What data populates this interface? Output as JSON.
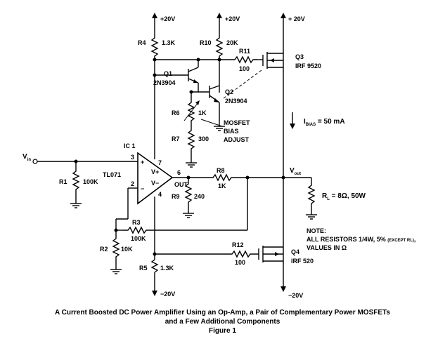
{
  "supplies": {
    "pos": "+20V",
    "neg": "−20V",
    "pos_q3": "+ 20V"
  },
  "resistors": {
    "r1": {
      "name": "R1",
      "value": "100K"
    },
    "r2": {
      "name": "R2",
      "value": "10K"
    },
    "r3": {
      "name": "R3",
      "value": "100K"
    },
    "r4": {
      "name": "R4",
      "value": "1.3K"
    },
    "r5": {
      "name": "R5",
      "value": "1.3K"
    },
    "r6": {
      "name": "R6",
      "value": "1K"
    },
    "r7": {
      "name": "R7",
      "value": "300"
    },
    "r8": {
      "name": "R8",
      "value": "1K"
    },
    "r9": {
      "name": "R9",
      "value": "240"
    },
    "r10": {
      "name": "R10",
      "value": "20K"
    },
    "r11": {
      "name": "R11",
      "value": "100"
    },
    "r12": {
      "name": "R12",
      "value": "100"
    }
  },
  "transistors": {
    "q1": {
      "name": "Q1",
      "part": "2N3904"
    },
    "q2": {
      "name": "Q2",
      "part": "2N3904"
    },
    "q3": {
      "name": "Q3",
      "part": "IRF 9520"
    },
    "q4": {
      "name": "Q4",
      "part": "IRF 520"
    }
  },
  "opamp": {
    "ref": "IC 1",
    "part": "TL071",
    "plus": "+",
    "minus": "−",
    "vplus": "V+",
    "vminus": "V−",
    "pin3": "3",
    "pin2": "2",
    "pin7": "7",
    "pin6": "6",
    "pin4": "4",
    "out": "OUT"
  },
  "signals": {
    "vin": "V",
    "vin_sub": "in",
    "vout": "V",
    "vout_sub": "out",
    "ibias_pre": "I",
    "ibias_sub": "BIAS",
    "ibias_val": " = 50 mA",
    "rl": "R",
    "rl_sub": "L",
    "rl_val": " = 8Ω, 50W"
  },
  "bias_adjust": {
    "line1": "MOSFET",
    "line2": "BIAS",
    "line3": "ADJUST"
  },
  "note": {
    "title": "NOTE:",
    "line1_pre": "ALL RESISTORS 1/4W, 5% ",
    "line1_small": "(EXCEPT RL)",
    "line1_post": ",",
    "line2": "VALUES IN Ω"
  },
  "caption": {
    "line1": "A Current Boosted DC Power Amplifier Using an Op-Amp, a Pair of Complementary Power MOSFETs",
    "line2": "and a Few Additional Components",
    "line3": "Figure 1"
  }
}
